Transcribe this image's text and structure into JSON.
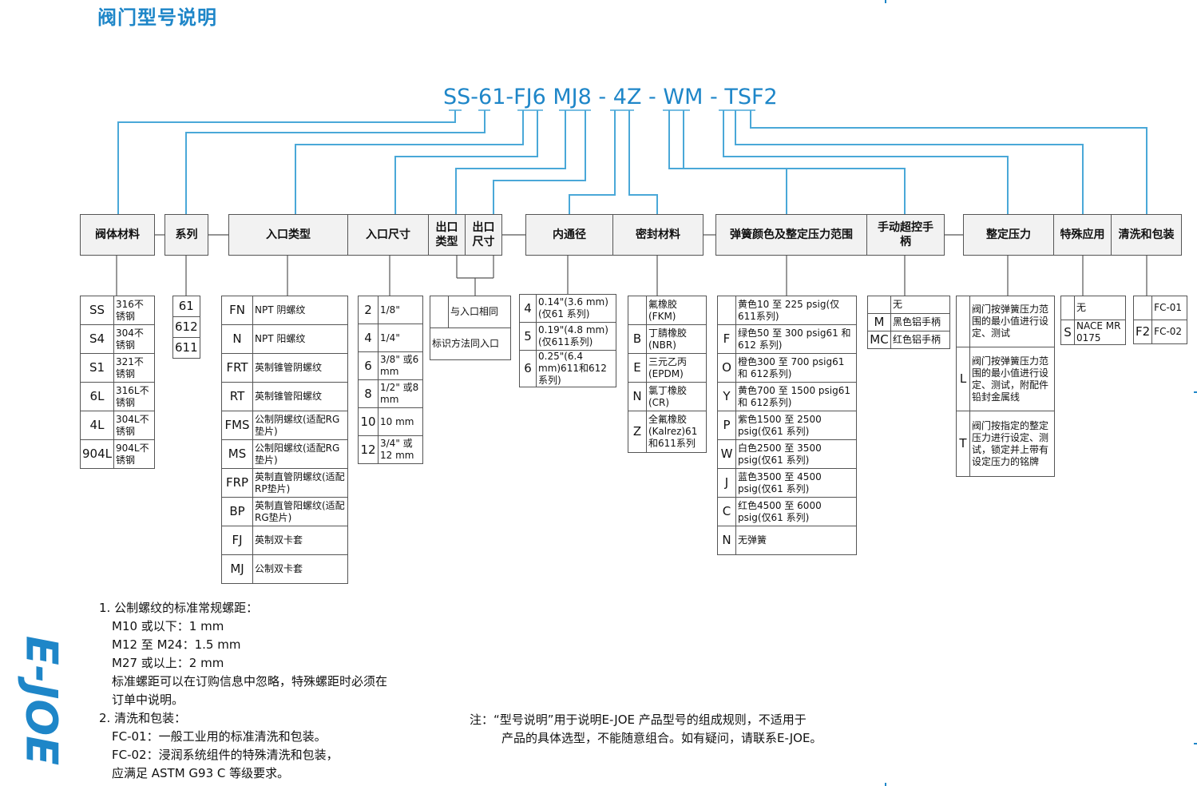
{
  "title": "阀门型号说明",
  "model": [
    "SS-61-",
    "FJ6",
    "MJ8",
    "-",
    "4Z",
    "-",
    "WM",
    "-",
    "TSF2"
  ],
  "headers": {
    "body_material": "阀体材料",
    "series": "系列",
    "inlet_type": "入口类型",
    "inlet_size": "入口尺寸",
    "outlet_type": "出口类型",
    "outlet_size": "出口尺寸",
    "bore": "内通径",
    "seal": "密封材料",
    "spring": "弹簧颜色及整定压力范围",
    "handle": "手动超控手柄",
    "set_pressure": "整定压力",
    "special": "特殊应用",
    "cleaning": "清洗和包装"
  },
  "body_material": [
    {
      "code": "SS",
      "desc": "316不锈钢"
    },
    {
      "code": "S4",
      "desc": "304不锈钢"
    },
    {
      "code": "S1",
      "desc": "321不锈钢"
    },
    {
      "code": "6L",
      "desc": "316L不锈钢"
    },
    {
      "code": "4L",
      "desc": "304L不锈钢"
    },
    {
      "code": "904L",
      "desc": "904L不锈钢"
    }
  ],
  "series": [
    "61",
    "612",
    "611"
  ],
  "inlet_type": [
    {
      "code": "FN",
      "desc": "NPT 阴螺纹"
    },
    {
      "code": "N",
      "desc": "NPT 阳螺纹"
    },
    {
      "code": "FRT",
      "desc": "英制锥管阴螺纹"
    },
    {
      "code": "RT",
      "desc": "英制锥管阳螺纹"
    },
    {
      "code": "FMS",
      "desc": "公制阴螺纹(适配RG垫片)"
    },
    {
      "code": "MS",
      "desc": "公制阳螺纹(适配RG垫片)"
    },
    {
      "code": "FRP",
      "desc": "英制直管阴螺纹(适配RP垫片)"
    },
    {
      "code": "BP",
      "desc": "英制直管阳螺纹(适配RG垫片)"
    },
    {
      "code": "FJ",
      "desc": "英制双卡套"
    },
    {
      "code": "MJ",
      "desc": "公制双卡套"
    }
  ],
  "inlet_size": [
    {
      "code": "2",
      "desc": "1/8\""
    },
    {
      "code": "4",
      "desc": "1/4\""
    },
    {
      "code": "6",
      "desc": "3/8\" 或6 mm"
    },
    {
      "code": "8",
      "desc": "1/2\" 或8 mm"
    },
    {
      "code": "10",
      "desc": "10 mm"
    },
    {
      "code": "12",
      "desc": "3/4\" 或12 mm"
    }
  ],
  "outlet": {
    "same": "与入口相同",
    "note": "标识方法同入口"
  },
  "bore": [
    {
      "code": "4",
      "desc": "0.14\"(3.6 mm)(仅61 系列)"
    },
    {
      "code": "5",
      "desc": "0.19\"(4.8 mm)(仅611系列)"
    },
    {
      "code": "6",
      "desc": "0.25\"(6.4 mm)611和612系列)"
    }
  ],
  "seal": [
    {
      "code": "",
      "desc": "氟橡胶(FKM)"
    },
    {
      "code": "B",
      "desc": "丁腈橡胶(NBR)"
    },
    {
      "code": "E",
      "desc": "三元乙丙(EPDM)"
    },
    {
      "code": "N",
      "desc": "氯丁橡胶(CR)"
    },
    {
      "code": "Z",
      "desc": "全氟橡胶(Kalrez)61和611系列"
    }
  ],
  "spring": [
    {
      "code": "",
      "desc": "黄色10 至 225 psig(仅611系列)"
    },
    {
      "code": "F",
      "desc": "绿色50 至 300 psig61 和 612 系列)"
    },
    {
      "code": "O",
      "desc": "橙色300 至 700 psig61 和 612系列)"
    },
    {
      "code": "Y",
      "desc": "黄色700 至 1500 psig61 和 612系列)"
    },
    {
      "code": "P",
      "desc": "紫色1500 至 2500 psig(仅61 系列)"
    },
    {
      "code": "W",
      "desc": "白色2500 至 3500 psig(仅61 系列)"
    },
    {
      "code": "J",
      "desc": "蓝色3500 至 4500 psig(仅61 系列)"
    },
    {
      "code": "C",
      "desc": "红色4500 至 6000 psig(仅61 系列)"
    },
    {
      "code": "N",
      "desc": "无弹簧"
    }
  ],
  "handle": [
    {
      "code": "",
      "desc": "无"
    },
    {
      "code": "M",
      "desc": "黑色铝手柄"
    },
    {
      "code": "MC",
      "desc": "红色铝手柄"
    }
  ],
  "set_pressure": [
    {
      "code": "",
      "desc": "阀门按弹簧压力范围的最小值进行设定、测试"
    },
    {
      "code": "L",
      "desc": "阀门按弹簧压力范围的最小值进行设定、测试，附配件铅封金属线"
    },
    {
      "code": "T",
      "desc": "阀门按指定的整定压力进行设定、测试，锁定并上带有设定压力的铭牌"
    }
  ],
  "special": [
    {
      "code": "",
      "desc": "无"
    },
    {
      "code": "S",
      "desc": "NACE MR 0175"
    }
  ],
  "cleaning": [
    {
      "code": "",
      "desc": "FC-01"
    },
    {
      "code": "F2",
      "desc": "FC-02"
    }
  ],
  "notes_left": [
    "1. 公制螺纹的标准常规螺距：",
    "M10 或以下：1 mm",
    "M12 至 M24：1.5 mm",
    "M27 或以上：2 mm",
    "标准螺距可以在订购信息中忽略，特殊螺距时必须在",
    "订单中说明。",
    "2. 清洗和包装：",
    "FC-01：一般工业用的标准清洗和包装。",
    "FC-02：浸润系统组件的特殊清洗和包装，",
    "应满足 ASTM G93 C 等级要求。"
  ],
  "notes_right": [
    "注：“型号说明”用于说明E-JOE 产品型号的组成规则，不适用于",
    "产品的具体选型，不能随意组合。如有疑问，请联系E-JOE。"
  ],
  "brand": "E-JOE",
  "colors": {
    "accent": "#1e86c8",
    "line": "#4aa8d8",
    "border": "#555555",
    "header_bg": "#f2f2f2"
  }
}
